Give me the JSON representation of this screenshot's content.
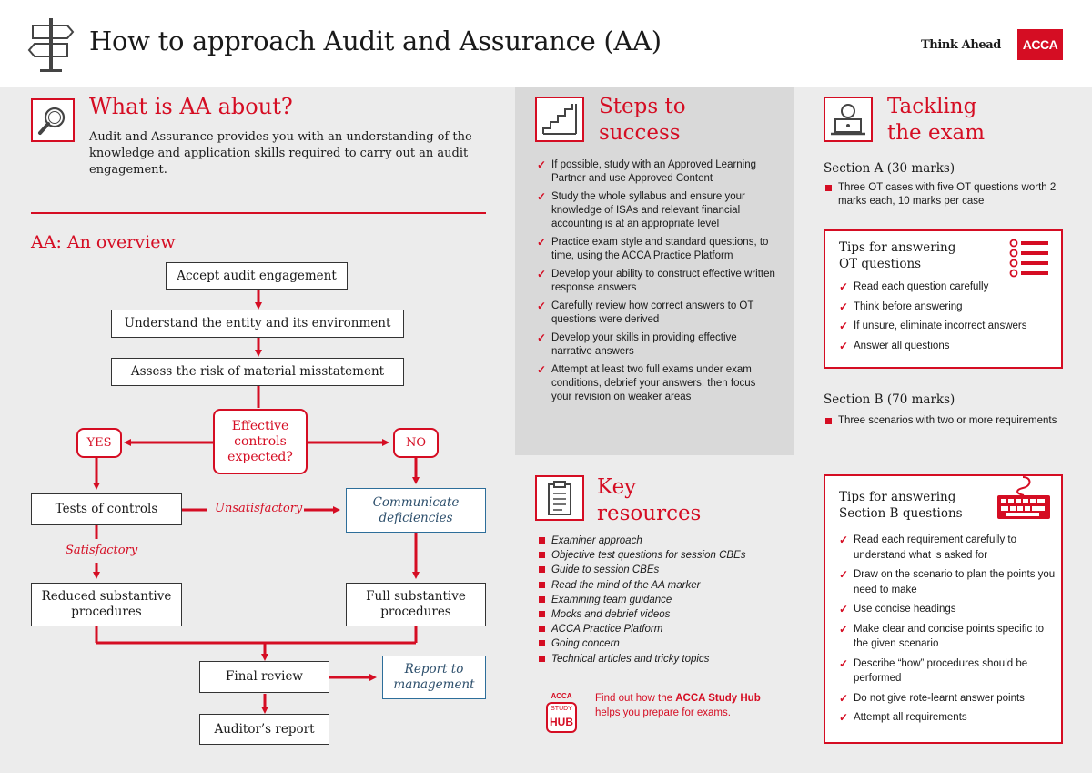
{
  "header": {
    "title": "How to approach Audit and Assurance (AA)",
    "tagline": "Think Ahead",
    "logo": "ACCA",
    "icon": "signpost-icon"
  },
  "colors": {
    "accent": "#d50d23",
    "blue_box": "#2d6e9a",
    "panel_grey": "#d9d9d9",
    "bg": "#ececec"
  },
  "about": {
    "heading": "What is AA about?",
    "icon": "magnifier-icon",
    "text": "Audit and Assurance provides you with an understanding of the knowledge and application skills required to carry out an audit engagement."
  },
  "overview": {
    "heading": "AA: An overview",
    "boxes": {
      "accept": "Accept audit engagement",
      "understand": "Understand the entity and its environment",
      "assess": "Assess the risk of material misstatement",
      "decision": "Effective controls expected?",
      "yes": "YES",
      "no": "NO",
      "tests": "Tests of controls",
      "communicate": "Communicate deficiencies",
      "reduced": "Reduced substantive procedures",
      "full": "Full substantive procedures",
      "final": "Final review",
      "report_mgmt": "Report to management",
      "auditor": "Auditor’s report"
    },
    "labels": {
      "unsatisfactory": "Unsatisfactory",
      "satisfactory": "Satisfactory"
    }
  },
  "steps": {
    "heading_1": "Steps to",
    "heading_2": "success",
    "icon": "stairs-icon",
    "items": [
      "If possible, study with an Approved Learning Partner and use Approved Content",
      "Study the whole syllabus and ensure your knowledge of ISAs and relevant financial accounting is at an appropriate level",
      "Practice exam style and standard questions, to time, using the ACCA Practice Platform",
      "Develop your ability to construct effective written response answers",
      "Carefully review how correct answers to OT questions were derived",
      "Develop your skills in providing effective narrative answers",
      "Attempt at least two full exams under exam conditions, debrief your answers, then focus your revision on weaker areas"
    ]
  },
  "resources": {
    "heading_1": "Key",
    "heading_2": "resources",
    "icon": "clipboard-icon",
    "items": [
      "Examiner approach",
      "Objective test questions for session CBEs",
      "Guide to session CBEs",
      "Read the mind of the AA marker",
      "Examining team guidance",
      "Mocks and debrief videos",
      "ACCA Practice Platform",
      "Going concern",
      "Technical articles and tricky topics"
    ],
    "studyhub": {
      "badge_top": "ACCA",
      "badge_mid": "STUDY",
      "badge_bot": "HUB",
      "text_1": "Find out how the ",
      "text_bold": "ACCA Study Hub",
      "text_2": " helps you prepare for exams."
    }
  },
  "tackling": {
    "heading_1": "Tackling",
    "heading_2": "the exam",
    "icon": "laptop-user-icon",
    "section_a": {
      "title": "Section A (30 marks)",
      "bullet": "Three OT cases with five OT questions worth 2 marks each, 10 marks per case"
    },
    "tips_ot": {
      "title_1": "Tips for answering",
      "title_2": "OT questions",
      "icon": "list-icon",
      "items": [
        "Read each question carefully",
        "Think before answering",
        "If unsure, eliminate incorrect answers",
        "Answer all questions"
      ]
    },
    "section_b": {
      "title": "Section B (70 marks)",
      "bullet": "Three scenarios with two or more requirements"
    },
    "tips_b": {
      "title_1": "Tips for answering",
      "title_2": "Section B questions",
      "icon": "keyboard-icon",
      "items": [
        "Read each requirement carefully to understand what is asked for",
        "Draw on the scenario to plan the points you need to make",
        "Use concise headings",
        "Make clear and concise points specific to the given scenario",
        "Describe “how” procedures should be performed",
        "Do not give rote-learnt answer points",
        "Attempt all requirements"
      ]
    }
  }
}
